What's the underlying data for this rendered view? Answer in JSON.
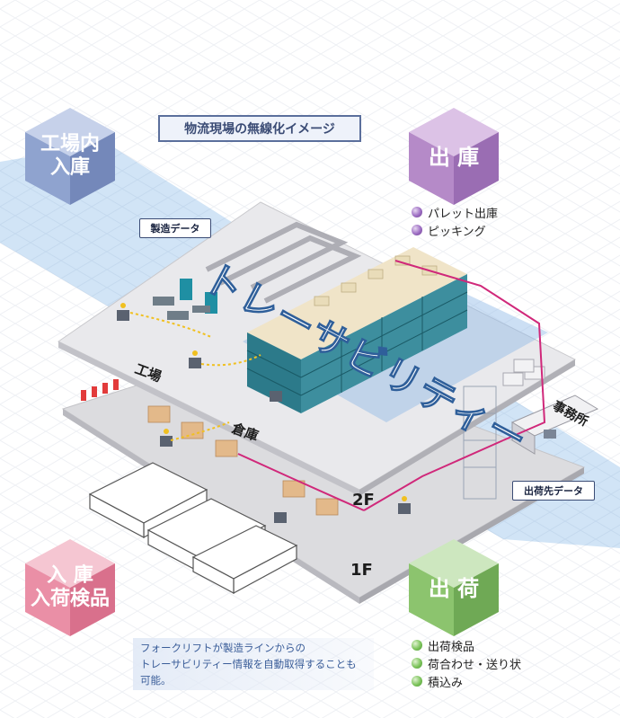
{
  "title": "物流現場の無線化イメージ",
  "data_tags": {
    "manufacturing": "製造データ",
    "shipping_destination": "出荷先データ"
  },
  "cubes": {
    "factory_inbound": {
      "label": "工場内\n入庫",
      "color": "#8fa3cf"
    },
    "outbound": {
      "label": "出 庫",
      "color": "#b58ac8"
    },
    "receiving": {
      "label": "入 庫\n入荷検品",
      "color": "#ea8fa6"
    },
    "shipping": {
      "label": "出 荷",
      "color": "#8cc46e"
    }
  },
  "outbound_items": [
    "パレット出庫",
    "ピッキング"
  ],
  "shipping_items": [
    "出荷検品",
    "荷合わせ・送り状",
    "積込み"
  ],
  "areas": {
    "factory": "工場",
    "warehouse": "倉庫",
    "office": "事務所",
    "floor_2": "2F",
    "floor_1": "1F"
  },
  "traceability": "トレーサビリティー",
  "note": {
    "line1": "フォークリフトが製造ラインからの",
    "line2": "トレーサビリティー情報を自動取得することも可能。"
  },
  "colors": {
    "network_line": "#d0287a",
    "highlight_band": "#5a9fe0",
    "floor": "#e4e4e6"
  }
}
